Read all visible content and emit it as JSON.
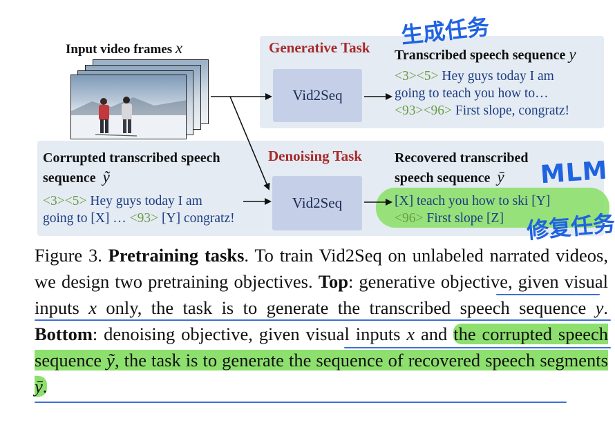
{
  "figure": {
    "input_label": "Input video frames",
    "input_var": "x",
    "generative": {
      "title": "Generative Task",
      "model": "Vid2Seq",
      "output_label": "Transcribed speech sequence",
      "output_var": "y",
      "line1_tokens": "<3><5>",
      "line1_text": " Hey guys today I am",
      "line2_text": "going to teach you how to…",
      "line3_tokens": "<93><96>",
      "line3_text": " First slope, congratz!"
    },
    "denoising": {
      "title": "Denoising Task",
      "model": "Vid2Seq",
      "input_label_1": "Corrupted transcribed speech",
      "input_label_2": "sequence",
      "input_var": "ỹ",
      "in_line1_tokens": "<3><5>",
      "in_line1_text": " Hey guys today I am",
      "in_line2_a": "going to [X] … ",
      "in_line2_tokens": "<93>",
      "in_line2_b": " [Y] congratz!",
      "output_label_1": "Recovered transcribed",
      "output_label_2": "speech sequence",
      "output_var": "ȳ",
      "out_line1": "[X] teach you how to ski [Y]",
      "out_line2_tokens": "<96>",
      "out_line2_text": " First slope [Z]"
    }
  },
  "annotations": {
    "top_note": "生成任务",
    "mlm": "MLM",
    "bottom_note": "修复任务"
  },
  "caption": {
    "prefix": "Figure 3. ",
    "title": "Pretraining tasks",
    "s1": ". To train Vid2Seq on unlabeled narrated videos, we design two pretraining objectives. ",
    "top_label": "Top",
    "s2": ": generative objective, given visual inputs ",
    "x1": "x",
    "s3": " only, the task is to generate the transcribed speech sequence ",
    "y1": "y",
    "s4": ". ",
    "bottom_label": "Bottom",
    "s5": ": denoising objective, given visual inputs ",
    "x2": "x",
    "s6": " and ",
    "hl1": "the corrupted speech sequence ",
    "yt": "ỹ",
    "hl2": ", the task is to generate the sequence of recovered speech segments ",
    "yb": "ȳ",
    "end": "."
  },
  "colors": {
    "panel": "#e4ebf3",
    "model_box": "#c5d0e8",
    "task_title": "#a72a2a",
    "text_blue": "#1c3d82",
    "token_green": "#6b9b45",
    "highlight": "#8de06d",
    "annotation_blue": "#1f63e0"
  }
}
